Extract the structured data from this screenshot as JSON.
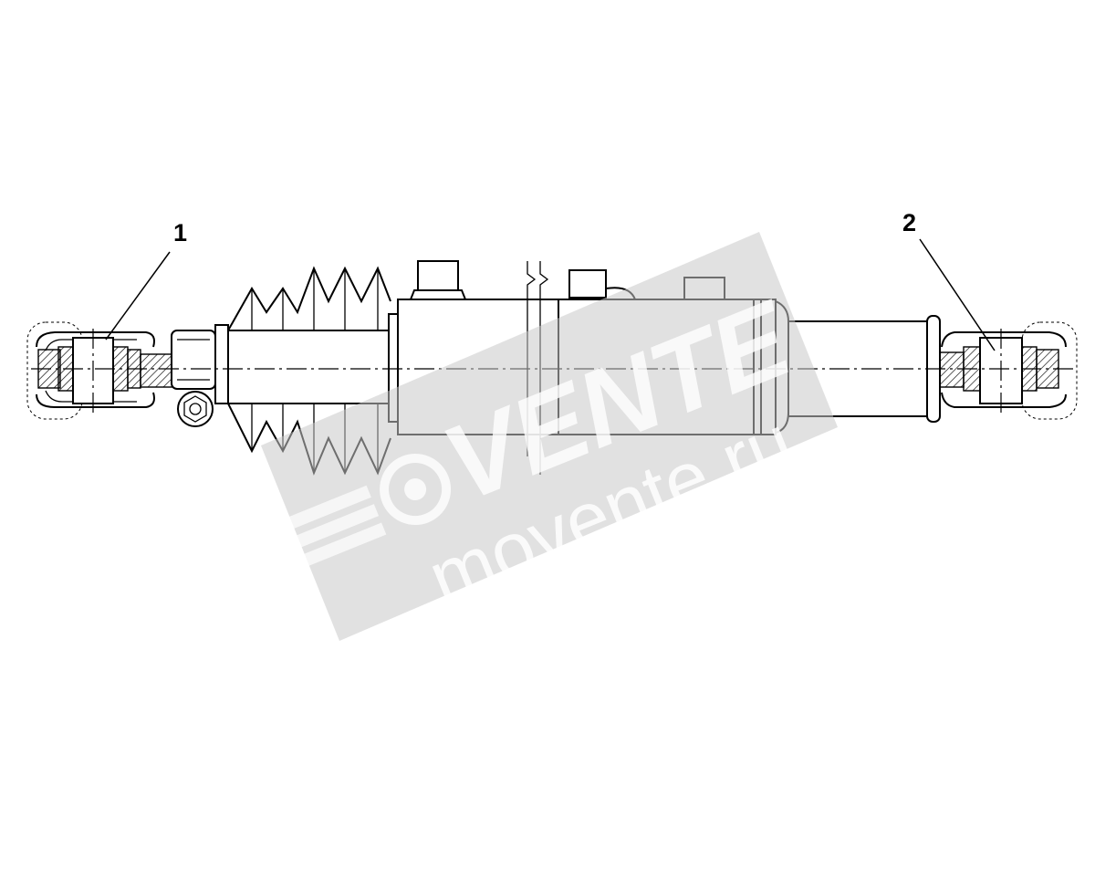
{
  "callouts": {
    "left": "1",
    "right": "2"
  },
  "watermark": {
    "brand": "VENTE",
    "site": "movente.ru",
    "color": "#c8c8c8"
  }
}
